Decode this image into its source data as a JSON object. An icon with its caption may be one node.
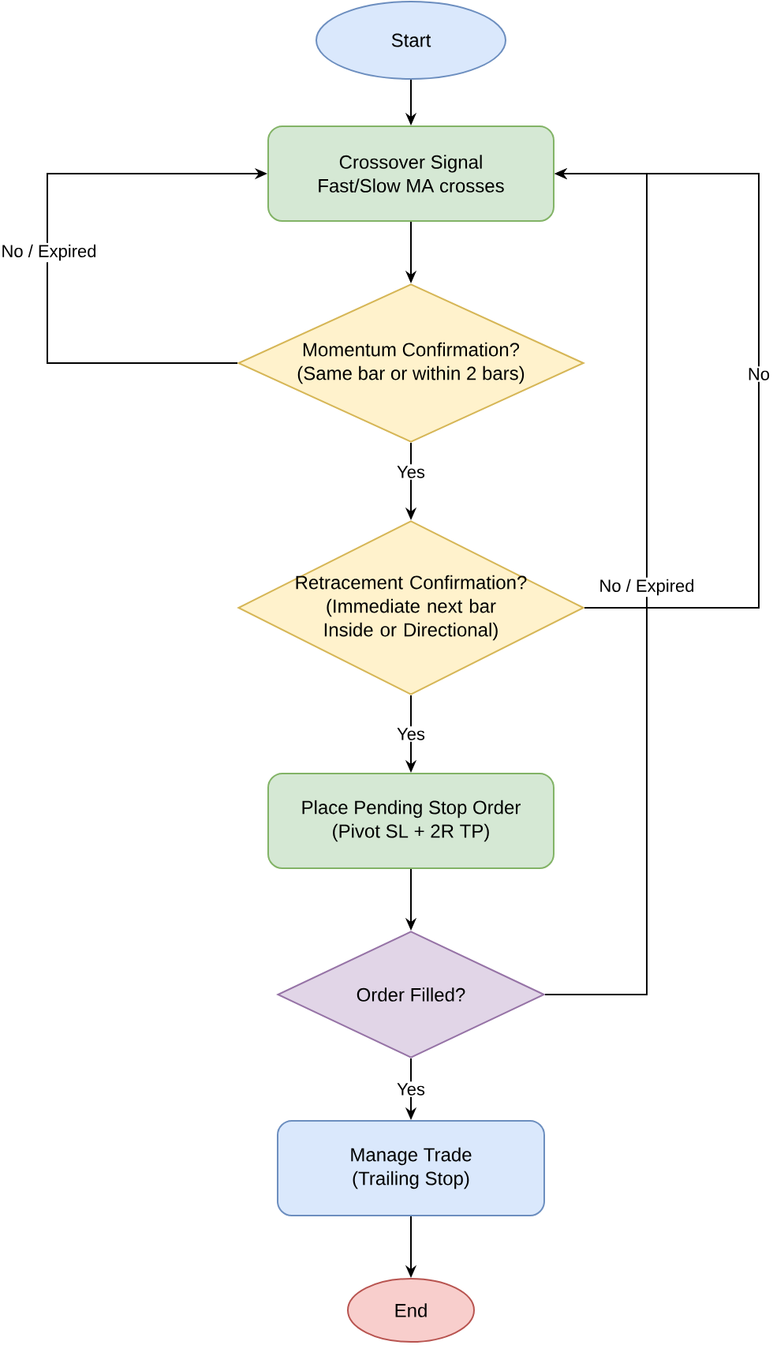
{
  "diagram": {
    "nodes": [
      {
        "text": [
          "Start"
        ]
      },
      {
        "text": [
          "Crossover Signal",
          "Fast/Slow MA crosses"
        ]
      },
      {
        "text": [
          "Momentum Confirmation?",
          "(Same bar or within 2 bars)"
        ]
      },
      {
        "text": [
          "Retracement Confirmation?",
          "(Immediate next bar Inside or Directional)"
        ]
      },
      {
        "text": [
          "Place Pending Stop Order",
          "(Pivot SL + 2R TP)"
        ]
      },
      {
        "text": [
          "Order Filled?"
        ]
      },
      {
        "text": [
          "Manage Trade",
          "(Trailing Stop)"
        ]
      },
      {
        "text": [
          "End"
        ]
      }
    ],
    "edges": [
      {
        "from": 0,
        "to": 1,
        "arrow": "to"
      },
      {
        "from": 1,
        "to": 2,
        "arrow": "to"
      },
      {
        "from": 2,
        "to": 3,
        "arrow": "to",
        "label": "Yes"
      },
      {
        "from": 2,
        "to": 1,
        "arrow": "to",
        "label": "No / Expired"
      },
      {
        "from": 3,
        "to": 4,
        "arrow": "to",
        "label": "Yes"
      },
      {
        "from": 3,
        "to": 1,
        "arrow": "to",
        "label": "No"
      },
      {
        "from": 4,
        "to": 5,
        "arrow": "to"
      },
      {
        "from": 5,
        "to": 1,
        "arrow": "to",
        "label": "No / Expired"
      },
      {
        "from": 5,
        "to": 6,
        "arrow": "to",
        "label": "Yes"
      },
      {
        "from": 6,
        "to": 7,
        "arrow": "to"
      }
    ]
  }
}
